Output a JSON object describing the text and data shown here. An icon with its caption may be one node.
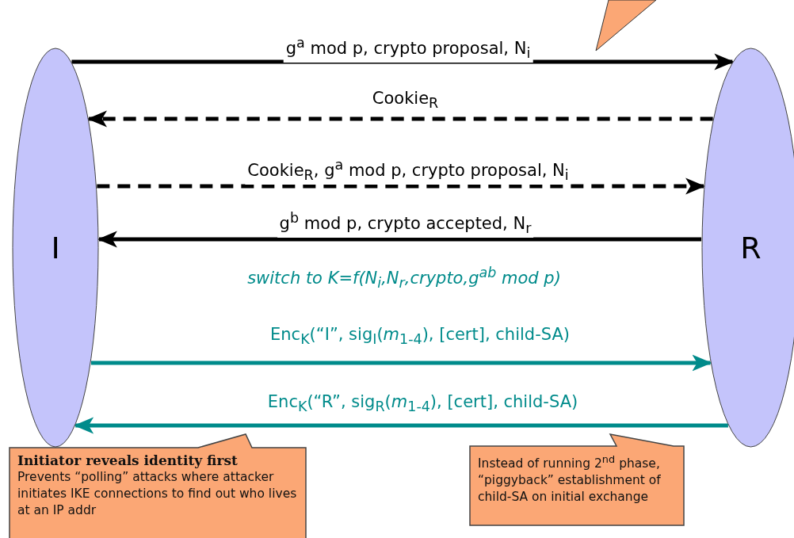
{
  "diagram": {
    "nodes": [
      {
        "text": [
          "I"
        ]
      },
      {
        "text": [
          "R"
        ]
      },
      {
        "text": [
          "Initiator reveals identity first",
          "Prevents “polling” attacks where attacker initiates IKE connections to find out who lives at an IP addr"
        ]
      },
      {
        "text": [
          "Instead of running 2$^{nd}$ phase, “piggyback” establishment of child-SA on initial exchange"
        ]
      },
      {
        "text": [],
        "shape": "triangle"
      }
    ],
    "edges": [
      {
        "from": 0,
        "to": 1,
        "arrow": "to",
        "label": "g$^{a}$ mod p, crypto proposal, N$_{i}$"
      },
      {
        "from": 1,
        "to": 0,
        "arrow": "to",
        "label": "Cookie$_{R}$",
        "style": "dashed"
      },
      {
        "from": 0,
        "to": 1,
        "arrow": "to",
        "label": "Cookie$_{R}$, g$^{a}$ mod p, crypto proposal, N$_{i}$",
        "style": "dashed"
      },
      {
        "from": 1,
        "to": 0,
        "arrow": "to",
        "label": "g$^{b}$ mod p, crypto accepted, N$_{r}$"
      },
      {
        "from": 0,
        "to": 1,
        "arrow": "to",
        "label": "Enc$_{K}$(“I”, sig$_{I}$(*m*$_{1-4}$), [cert], child-SA)",
        "color": "#008b8b"
      },
      {
        "from": 1,
        "to": 0,
        "arrow": "to",
        "label": "Enc$_{K}$(“R”, sig$_{R}$(*m*$_{1-4}$), [cert], child-SA)",
        "color": "#008b8b"
      }
    ],
    "labels": [
      "switch to K=f(N$_{i}$,N$_{r}$,crypto,g$^{ab}$ mod p)"
    ]
  }
}
